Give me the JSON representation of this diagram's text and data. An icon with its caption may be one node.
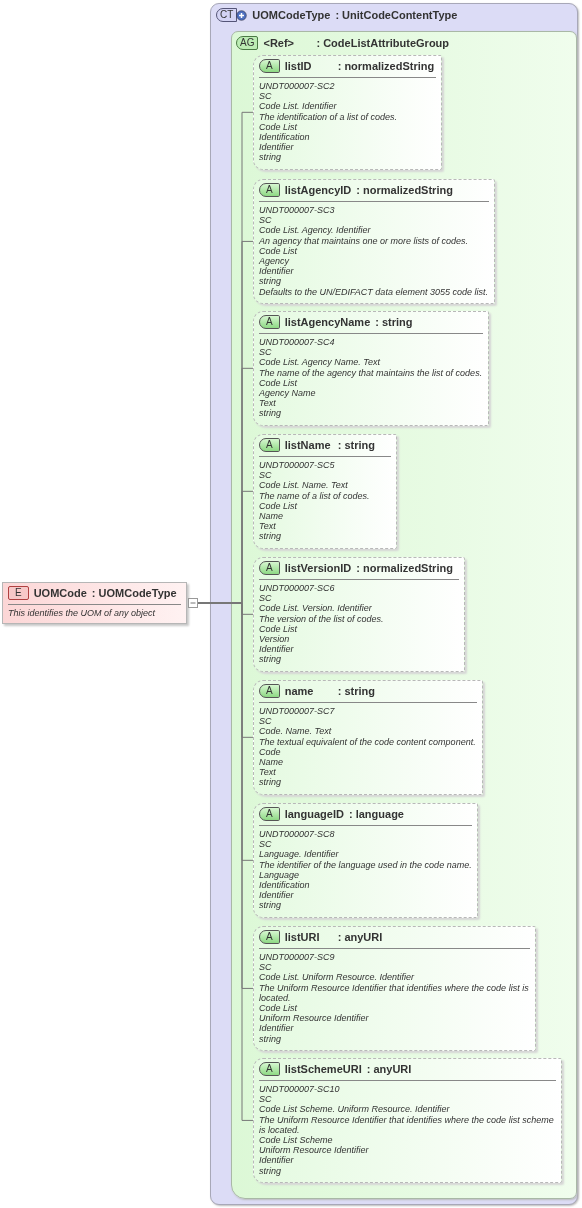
{
  "diagram": {
    "nodes": [
      {
        "text": [
          "E",
          "UOMCode",
          ": UOMCodeType",
          "This identifies the UOM of any object"
        ]
      },
      {
        "text": [
          "CT",
          "UOMCodeType",
          ": UnitCodeContentType"
        ]
      },
      {
        "text": [
          "AG",
          "<Ref>",
          ": CodeListAttributeGroup"
        ],
        "in": 1
      },
      {
        "text": [
          "A",
          "listID",
          ": normalizedString",
          "UNDT000007-SC2",
          "SC",
          "Code List. Identifier",
          "The identification of a list of codes.",
          "Code List",
          "Identification",
          "Identifier",
          "string"
        ],
        "in": 2
      },
      {
        "text": [
          "A",
          "listAgencyID",
          ": normalizedString",
          "UNDT000007-SC3",
          "SC",
          "Code List. Agency. Identifier",
          "An agency that maintains one or more lists of codes.",
          "Code List",
          "Agency",
          "Identifier",
          "string",
          "Defaults to the UN/EDIFACT data element 3055 code list."
        ],
        "in": 2
      },
      {
        "text": [
          "A",
          "listAgencyName",
          ": string",
          "UNDT000007-SC4",
          "SC",
          "Code List. Agency Name. Text",
          "The name of the agency that maintains the list of codes.",
          "Code List",
          "Agency Name",
          "Text",
          "string"
        ],
        "in": 2
      },
      {
        "text": [
          "A",
          "listName",
          ": string",
          "UNDT000007-SC5",
          "SC",
          "Code List. Name. Text",
          "The name of a list of codes.",
          "Code List",
          "Name",
          "Text",
          "string"
        ],
        "in": 2
      },
      {
        "text": [
          "A",
          "listVersionID",
          ": normalizedString",
          "UNDT000007-SC6",
          "SC",
          "Code List. Version. Identifier",
          "The version of the list of codes.",
          "Code List",
          "Version",
          "Identifier",
          "string"
        ],
        "in": 2
      },
      {
        "text": [
          "A",
          "name",
          ": string",
          "UNDT000007-SC7",
          "SC",
          "Code. Name. Text",
          "The textual equivalent of the code content component.",
          "Code",
          "Name",
          "Text",
          "string"
        ],
        "in": 2
      },
      {
        "text": [
          "A",
          "languageID",
          ": language",
          "UNDT000007-SC8",
          "SC",
          "Language. Identifier",
          "The identifier of the language used in the code name.",
          "Language",
          "Identification",
          "Identifier",
          "string"
        ],
        "in": 2
      },
      {
        "text": [
          "A",
          "listURI",
          ": anyURI",
          "UNDT000007-SC9",
          "SC",
          "Code List. Uniform Resource. Identifier",
          "The Uniform Resource Identifier that identifies where the code list is located.",
          "Code List",
          "Uniform Resource Identifier",
          "Identifier",
          "string"
        ],
        "in": 2
      },
      {
        "text": [
          "A",
          "listSchemeURI",
          ": anyURI",
          "UNDT000007-SC10",
          "SC",
          "Code List Scheme. Uniform Resource. Identifier",
          "The Uniform Resource Identifier that identifies where the code list scheme is located.",
          "Code List Scheme",
          "Uniform Resource Identifier",
          "Identifier",
          "string"
        ],
        "in": 2
      }
    ],
    "edges": [
      {
        "from": 0,
        "to": 3,
        "arrow": "none"
      },
      {
        "from": 0,
        "to": 4,
        "arrow": "none"
      },
      {
        "from": 0,
        "to": 5,
        "arrow": "none"
      },
      {
        "from": 0,
        "to": 6,
        "arrow": "none"
      },
      {
        "from": 0,
        "to": 7,
        "arrow": "none"
      },
      {
        "from": 0,
        "to": 8,
        "arrow": "none"
      },
      {
        "from": 0,
        "to": 9,
        "arrow": "none"
      },
      {
        "from": 0,
        "to": 10,
        "arrow": "none"
      },
      {
        "from": 0,
        "to": 11,
        "arrow": "none"
      }
    ]
  }
}
